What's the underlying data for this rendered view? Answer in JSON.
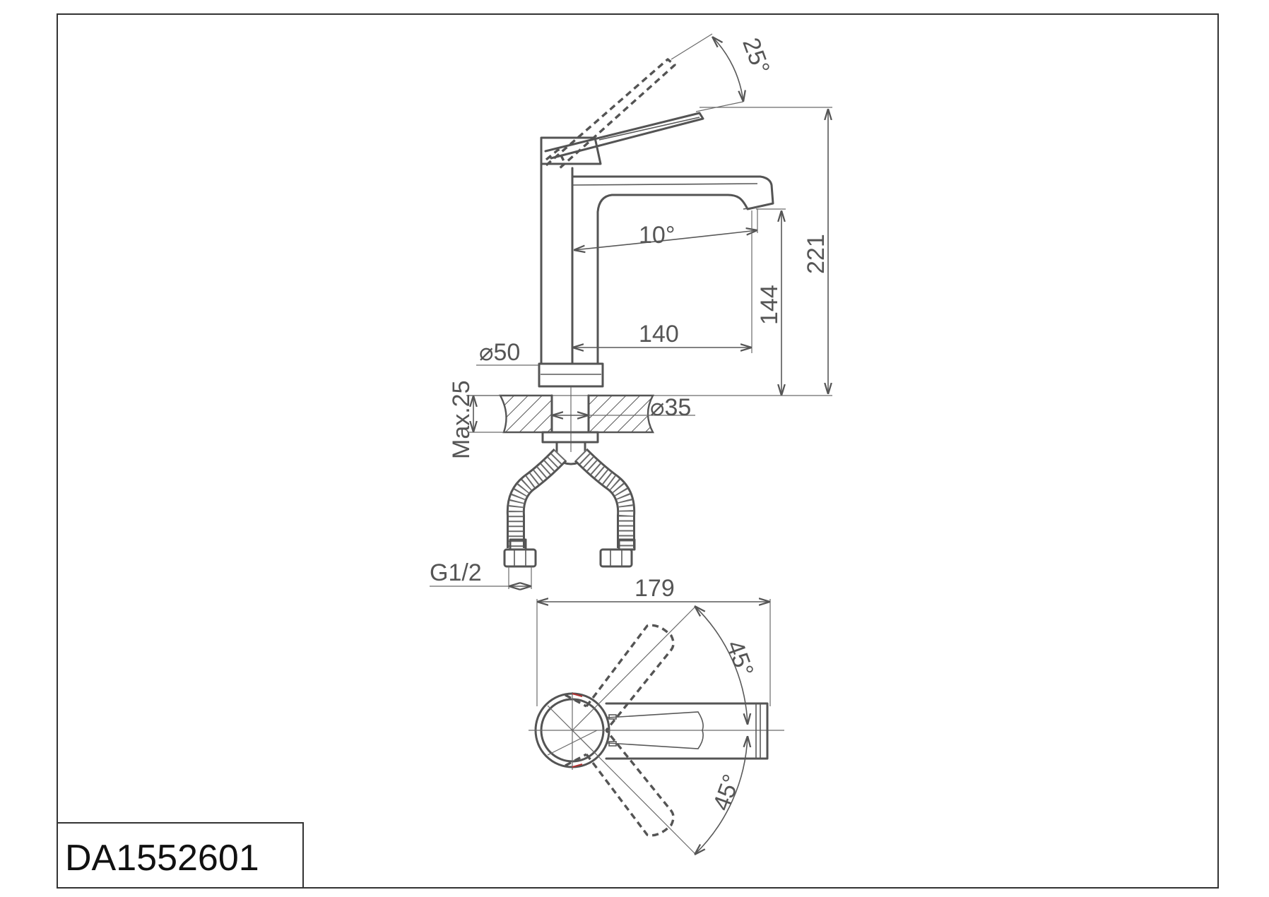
{
  "model_code": "DA1552601",
  "dimensions": {
    "handle_angle": "25°",
    "spout_angle": "10°",
    "total_height": "221",
    "spout_height": "144",
    "spout_reach": "140",
    "base_diameter": "⌀50",
    "shank_diameter": "⌀35",
    "max_thickness": "Max.25",
    "thread": "G1/2",
    "top_length": "179",
    "rotation_upper": "45°",
    "rotation_lower": "45°"
  },
  "colors": {
    "line": "#545454",
    "frame": "#333333",
    "accent": "#b03030"
  }
}
